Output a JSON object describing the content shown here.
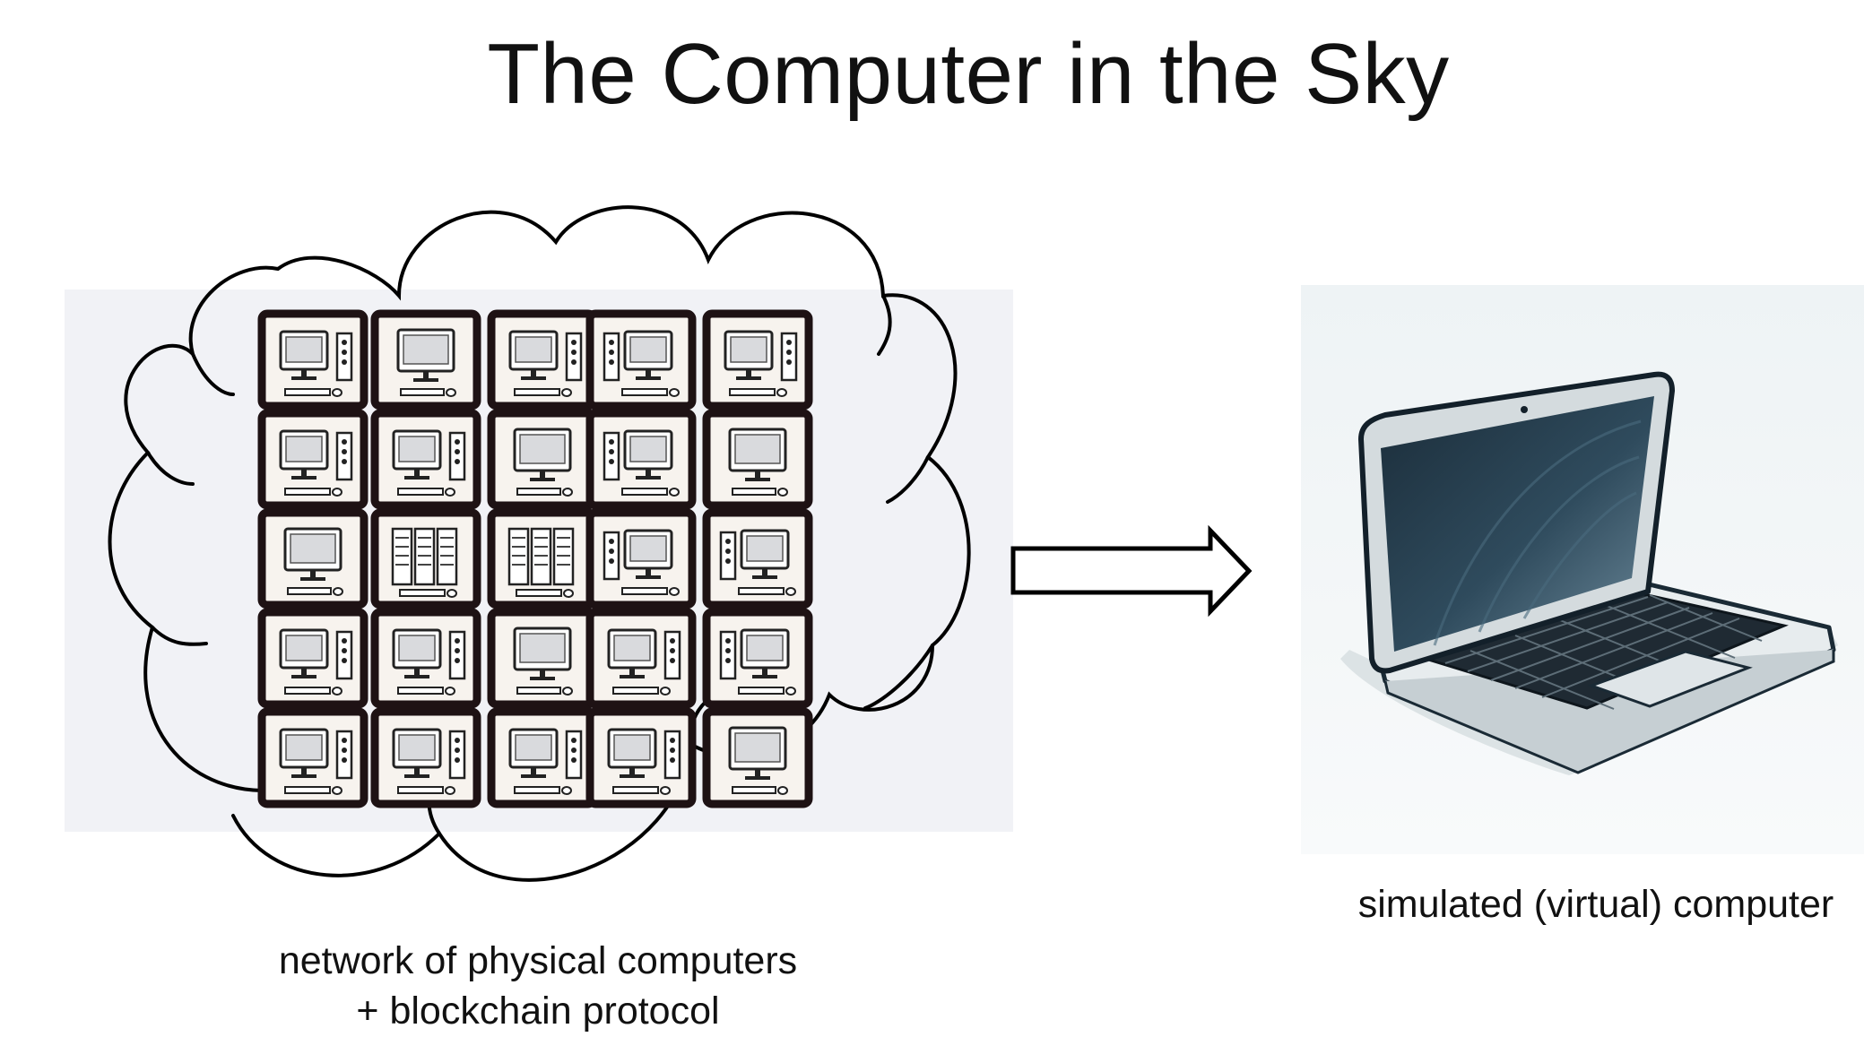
{
  "title": "The Computer in the Sky",
  "left": {
    "caption_line1": "network of physical computers",
    "caption_line2": "+ blockchain protocol",
    "grid_icons": [
      [
        "monitor-tower",
        "monitor",
        "monitor-tower",
        "tower-monitor",
        "monitor-tower"
      ],
      [
        "monitor-tower",
        "monitor-tower",
        "monitor",
        "tower-monitor",
        "monitor"
      ],
      [
        "monitor",
        "server-rack",
        "server-rack",
        "tower-monitor",
        "tower-monitor"
      ],
      [
        "monitor-tower",
        "monitor-tower",
        "monitor",
        "monitor-tower",
        "tower-monitor"
      ],
      [
        "monitor-tower",
        "monitor-tower",
        "monitor-tower",
        "monitor-tower",
        "monitor"
      ]
    ]
  },
  "right": {
    "caption": "simulated (virtual) computer"
  },
  "colors": {
    "cloud_stroke": "#000000",
    "tile_border": "#1e1214",
    "tile_fill": "#f7f3ee",
    "left_panel": "#f1f2f6",
    "arrow_stroke": "#000000"
  }
}
